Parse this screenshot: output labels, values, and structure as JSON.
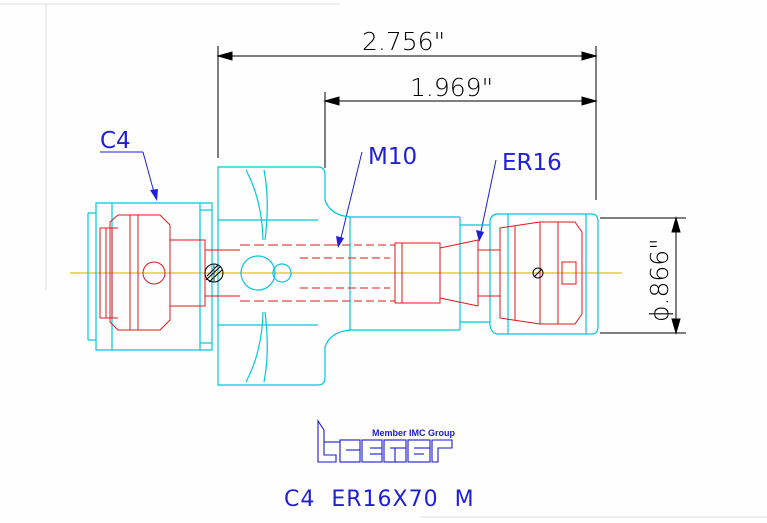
{
  "drawing": {
    "dimensions": {
      "overall_length": "2.756\"",
      "projection_length": "1.969\"",
      "collet_diameter": "ϕ.866\""
    },
    "callouts": {
      "shank": "C4",
      "thread": "M10",
      "collet": "ER16"
    },
    "logo": {
      "tagline": "Member IMC Group",
      "brand": "iscar"
    },
    "part_designation": "C4  ER16X70  M"
  },
  "colors": {
    "outline": "#00c8dc",
    "hidden": "#e01818",
    "dimension": "#000000",
    "callout": "#1f1fd8",
    "centerline": "#d8c800"
  },
  "icons": [
    "section-hatch-icon",
    "leader-arrow-icon"
  ]
}
